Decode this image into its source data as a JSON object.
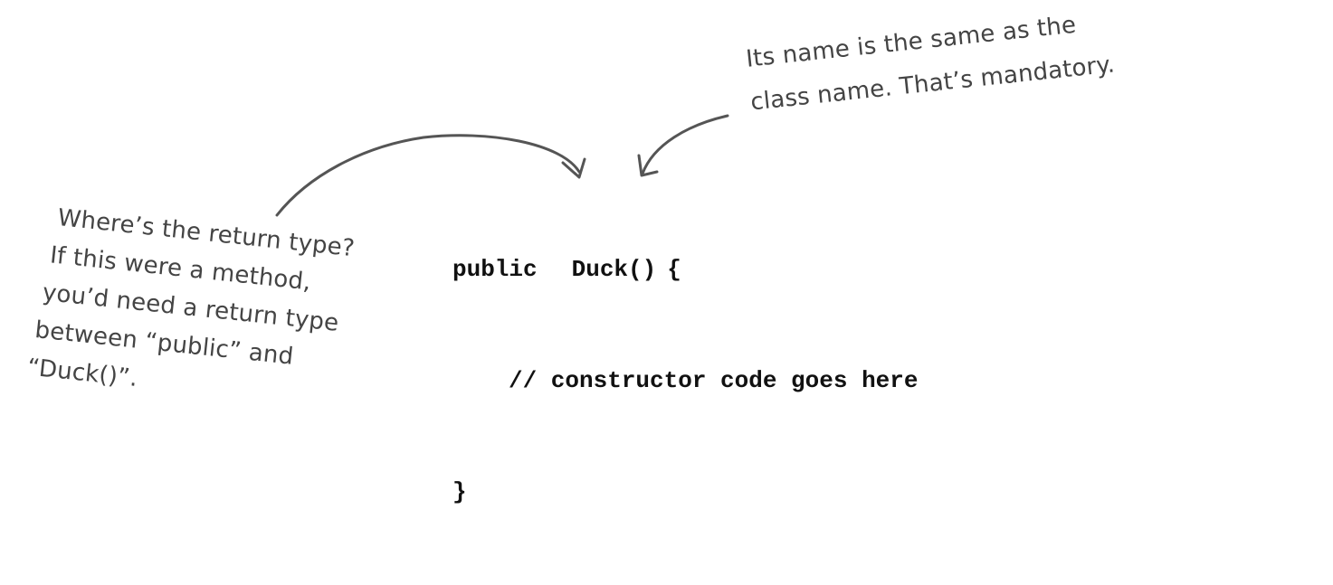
{
  "code": {
    "line1": {
      "keyword": "public",
      "name": "Duck()",
      "brace": "{"
    },
    "line2": "// constructor code goes here",
    "line3": "}"
  },
  "annotations": {
    "right": {
      "lines": [
        "Its name is the same as the",
        "class name. That’s mandatory."
      ]
    },
    "left": {
      "lines": [
        "Where’s the return type?",
        "If this were a method,",
        "you’d need a return type",
        "between “public” and",
        "“Duck()”."
      ]
    }
  },
  "colors": {
    "code_text": "#111111",
    "handwriting": "#444444",
    "arrow": "#555555",
    "background": "#ffffff"
  }
}
